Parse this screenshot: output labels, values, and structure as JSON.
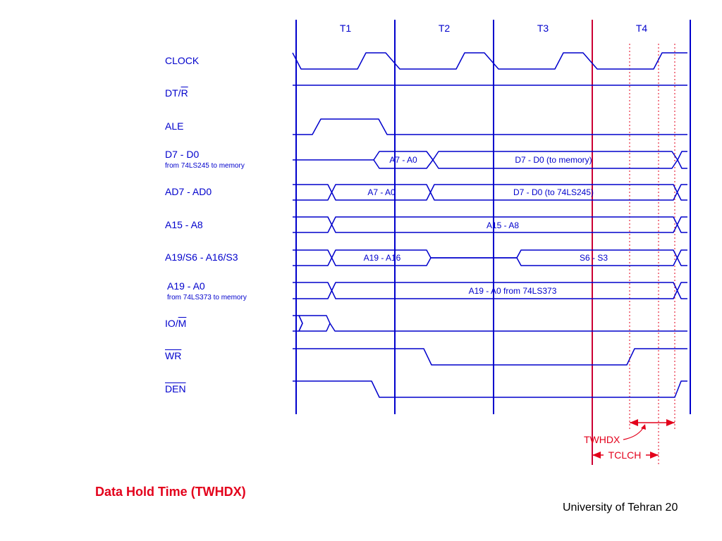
{
  "periods": [
    "T1",
    "T2",
    "T3",
    "T4"
  ],
  "signals": [
    {
      "id": "clock",
      "parts": [
        {
          "t": "CLOCK",
          "bar": false
        }
      ],
      "sub": ""
    },
    {
      "id": "dtr",
      "parts": [
        {
          "t": "DT/",
          "bar": false
        },
        {
          "t": "R",
          "bar": true
        }
      ],
      "sub": ""
    },
    {
      "id": "ale",
      "parts": [
        {
          "t": "ALE",
          "bar": false
        }
      ],
      "sub": ""
    },
    {
      "id": "d7d0",
      "parts": [
        {
          "t": "D7 - D0",
          "bar": false
        }
      ],
      "sub": "from 74LS245 to memory"
    },
    {
      "id": "ad7ad0",
      "parts": [
        {
          "t": "AD7 - AD0",
          "bar": false
        }
      ],
      "sub": ""
    },
    {
      "id": "a15a8",
      "parts": [
        {
          "t": "A15 - A8",
          "bar": false
        }
      ],
      "sub": ""
    },
    {
      "id": "a19s6",
      "parts": [
        {
          "t": "A19/S6 - A16/S3",
          "bar": false
        }
      ],
      "sub": ""
    },
    {
      "id": "a19a0",
      "parts": [
        {
          "t": "A19 - A0",
          "bar": false
        }
      ],
      "sub": "from 74LS373 to memory"
    },
    {
      "id": "iom",
      "parts": [
        {
          "t": "IO/",
          "bar": false
        },
        {
          "t": "M",
          "bar": true
        }
      ],
      "sub": ""
    },
    {
      "id": "wr",
      "parts": [
        {
          "t": "WR",
          "bar": true
        }
      ],
      "sub": ""
    },
    {
      "id": "den",
      "parts": [
        {
          "t": "DEN",
          "bar": true
        }
      ],
      "sub": ""
    }
  ],
  "bus_labels": {
    "d7d0_addr": "A7 - A0",
    "d7d0_data": "D7 - D0 (to memory)",
    "ad_addr": "A7 - A0",
    "ad_data": "D7 - D0 (to 74LS245)",
    "a15a8": "A15 - A8",
    "a19a16": "A19 - A16",
    "s6s3": "S6 - S3",
    "a19a0": "A19 - A0 from 74LS373"
  },
  "timing_labels": {
    "twhdx": "TWHDX",
    "tclch": "TCLCH"
  },
  "footer": {
    "title": "Data Hold Time (TWHDX)",
    "credit": "University of Tehran 20"
  },
  "colors": {
    "signal": "#0000cc",
    "annotation": "#e3001b",
    "text": "#000000"
  }
}
